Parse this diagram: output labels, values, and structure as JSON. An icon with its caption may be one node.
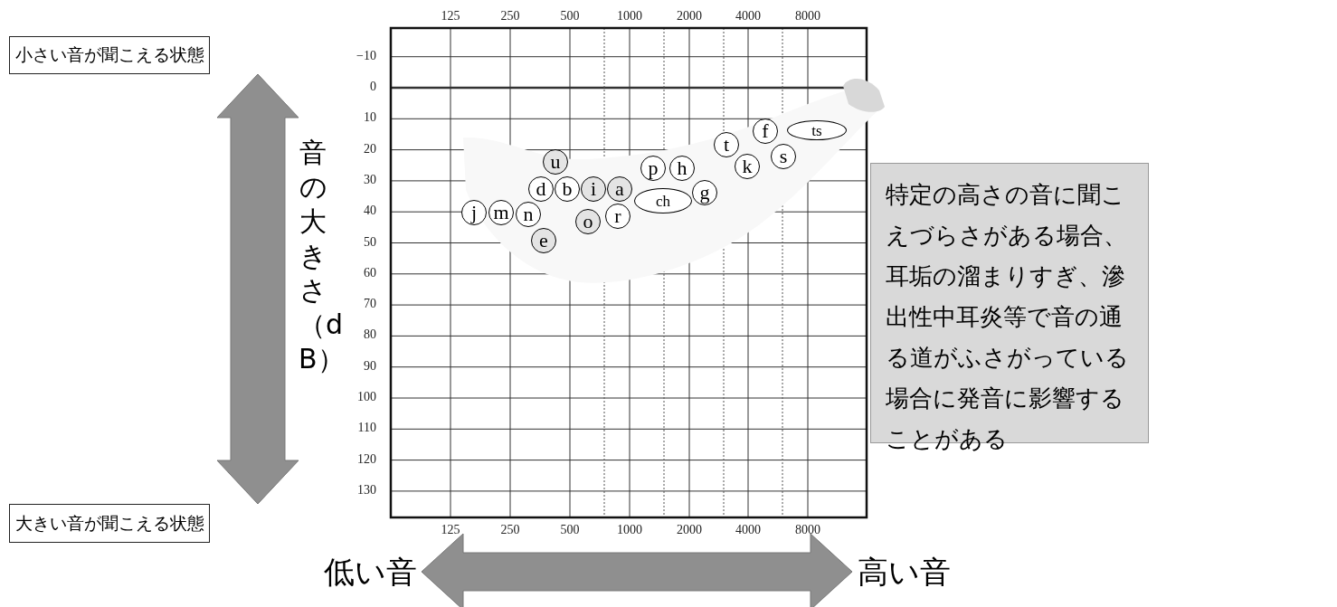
{
  "diagram": {
    "nodes": [
      {
        "text": [
          "小さい音が聞こえる状態"
        ]
      },
      {
        "text": [
          "大きい音が聞こえる状態"
        ]
      },
      {
        "text": [
          "u"
        ]
      },
      {
        "text": [
          "d"
        ]
      },
      {
        "text": [
          "b"
        ]
      },
      {
        "text": [
          "i"
        ]
      },
      {
        "text": [
          "a"
        ]
      },
      {
        "text": [
          "j"
        ]
      },
      {
        "text": [
          "m"
        ]
      },
      {
        "text": [
          "n"
        ]
      },
      {
        "text": [
          "e"
        ]
      },
      {
        "text": [
          "o"
        ]
      },
      {
        "text": [
          "r"
        ]
      },
      {
        "text": [
          "p"
        ]
      },
      {
        "text": [
          "h"
        ]
      },
      {
        "text": [
          "ch"
        ]
      },
      {
        "text": [
          "g"
        ]
      },
      {
        "text": [
          "t"
        ]
      },
      {
        "text": [
          "k"
        ]
      },
      {
        "text": [
          "f"
        ]
      },
      {
        "text": [
          "ts"
        ]
      },
      {
        "text": [
          "s"
        ]
      },
      {
        "text": [
          "特定の高さの音に聞こえづらさがある場合、耳垢の溜まりすぎ、滲出性中耳炎等で音の通る道がふさがっている場合に発音に影響することがある"
        ]
      },
      {
        "text": [
          "低い音"
        ]
      },
      {
        "text": [
          "高い音"
        ]
      }
    ],
    "edges": [
      {
        "from": 0,
        "to": 1,
        "arrow": "both"
      },
      {
        "from": 23,
        "to": 24,
        "arrow": "both"
      }
    ],
    "labels": [
      "125",
      "250",
      "500",
      "1000",
      "2000",
      "4000",
      "8000",
      "−10",
      "0",
      "10",
      "20",
      "30",
      "40",
      "50",
      "60",
      "70",
      "80",
      "90",
      "100",
      "110",
      "120",
      "130",
      "125",
      "250",
      "500",
      "1000",
      "2000",
      "4000",
      "8000",
      "音の大きさ（dB）"
    ]
  }
}
